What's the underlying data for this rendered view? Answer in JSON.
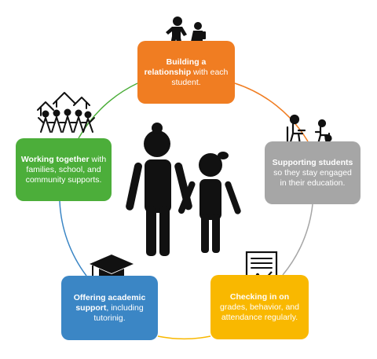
{
  "colors": {
    "relationship": "#f07d22",
    "supporting": "#a6a6a6",
    "checking": "#f9b800",
    "academic": "#3b86c5",
    "working": "#4cae3a",
    "figures": "#111111"
  },
  "steps": [
    {
      "id": "relationship",
      "bold": "Building a relationship",
      "rest": " with each student.",
      "icon": "adult-helping-child-icon"
    },
    {
      "id": "supporting",
      "bold": "Supporting students",
      "rest": " so they stay engaged in their education.",
      "icon": "students-at-desks-icon"
    },
    {
      "id": "checking",
      "bold": "Checking in on",
      "rest": " grades, behavior, and attendance regularly.",
      "icon": "report-chart-icon"
    },
    {
      "id": "academic",
      "bold": "Offering academic support",
      "rest": ", including tutorinig.",
      "icon": "graduation-cap-icon"
    },
    {
      "id": "working",
      "bold": "Working together",
      "rest": " with families, school, and community supports.",
      "icon": "community-group-icon"
    }
  ],
  "center_icon": "adult-and-child-figures-icon"
}
